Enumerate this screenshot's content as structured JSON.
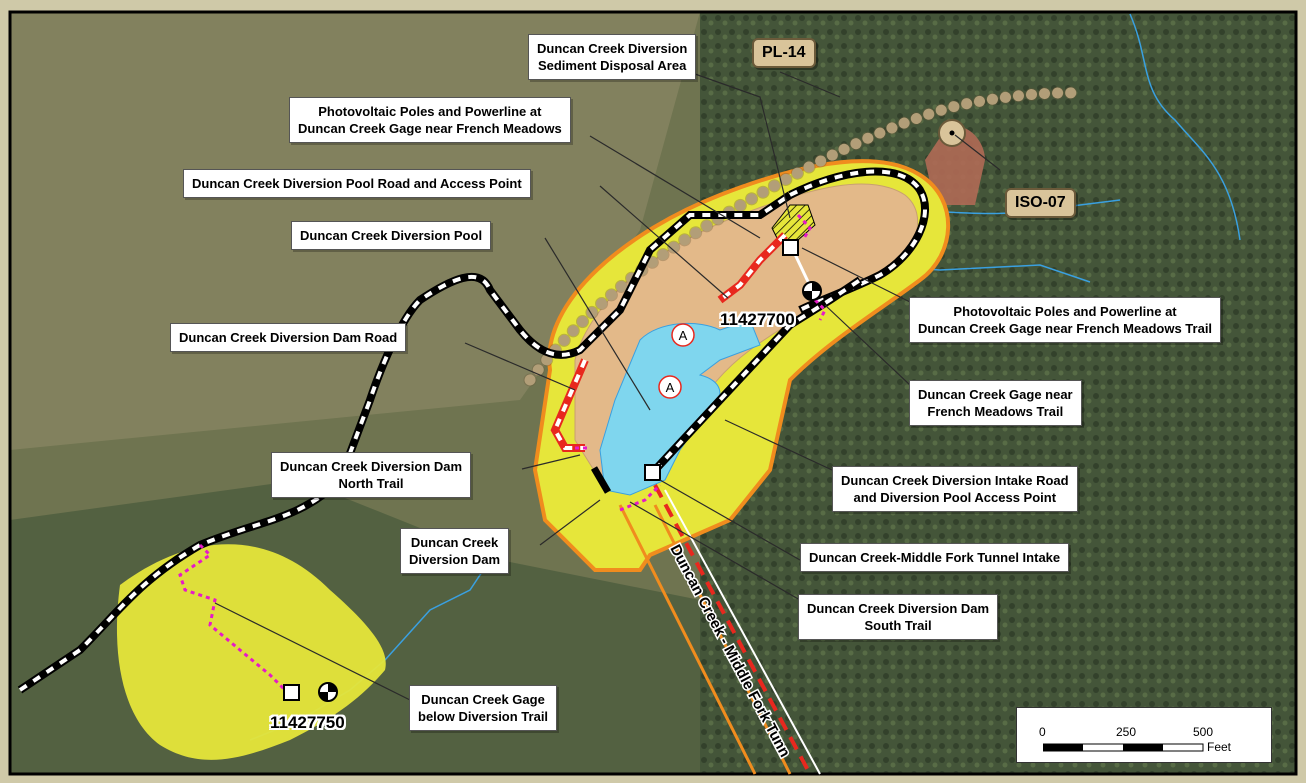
{
  "labels": {
    "sediment_disposal": [
      "Duncan Creek Diversion",
      "Sediment Disposal Area"
    ],
    "pv_poles_gage": [
      "Photovoltaic Poles and Powerline at",
      "Duncan Creek Gage near French Meadows"
    ],
    "pool_road": [
      "Duncan Creek Diversion Pool Road and Access Point"
    ],
    "pool": [
      "Duncan Creek Diversion Pool"
    ],
    "dam_road": [
      "Duncan Creek Diversion Dam Road"
    ],
    "dam_north_trail": [
      "Duncan Creek Diversion Dam",
      "North Trail"
    ],
    "diversion_dam": [
      "Duncan Creek",
      "Diversion Dam"
    ],
    "pv_poles_trail": [
      "Photovoltaic Poles and Powerline at",
      "Duncan Creek Gage near French Meadows Trail"
    ],
    "gage_trail": [
      "Duncan Creek Gage near",
      "French Meadows Trail"
    ],
    "intake_road": [
      "Duncan Creek Diversion Intake Road",
      "and Diversion Pool Access Point"
    ],
    "tunnel_intake": [
      "Duncan Creek-Middle Fork Tunnel Intake"
    ],
    "dam_south_trail": [
      "Duncan Creek Diversion Dam",
      "South Trail"
    ],
    "gage_below_trail": [
      "Duncan Creek Gage",
      "below Diversion Trail"
    ]
  },
  "tags": {
    "pl14": "PL-14",
    "iso07": "ISO-07"
  },
  "gages": {
    "upper": "11427700",
    "lower": "11427750"
  },
  "tunnel_label": "Duncan Creek - Middle Fork Tunn",
  "pool_marker": "A",
  "scalebar": {
    "ticks": [
      "0",
      "250",
      "500"
    ],
    "unit": "Feet"
  },
  "colors": {
    "pool": "#7fd6ee",
    "disturbed_area": "#e3b989",
    "buffer": "#e6e63a",
    "buffer_edge": "#f08c1e",
    "road_dashed_red": "#e8281e",
    "trail_magenta": "#e619c8",
    "tunnel": "#e8281e",
    "tunnel_edge": "#f08c1e",
    "stream": "#3aa0e0",
    "reddish_area": "#b06a55"
  }
}
